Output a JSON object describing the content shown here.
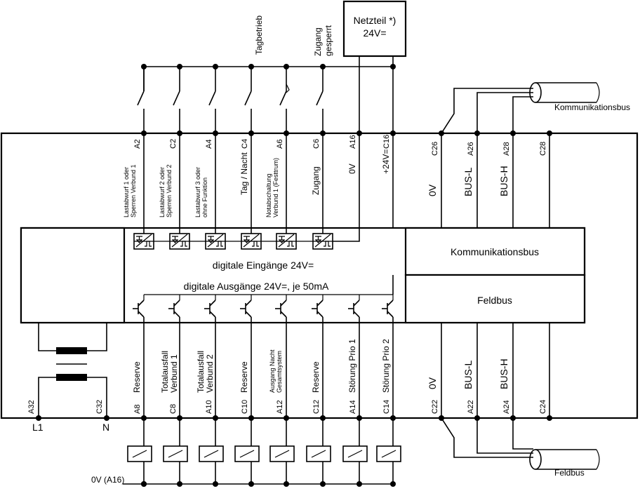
{
  "top": {
    "power_supply": [
      "Netzteil *)",
      "24V="
    ],
    "tag_betrieb": "Tagbetrieb",
    "zugang_gesperrt": [
      "Zugang",
      "gesperrt"
    ],
    "kommunikationsbus": "Kommunikationsbus"
  },
  "inputs": [
    {
      "pin": "A2",
      "lines": [
        "Lastabwurf 1 oder",
        "Sperren Verbund 1"
      ],
      "size": "s"
    },
    {
      "pin": "C2",
      "lines": [
        "Lastabwurf 2 oder",
        "Sperren Verbund 2"
      ],
      "size": "s"
    },
    {
      "pin": "A4",
      "lines": [
        "Lastabwurf 3 oder",
        "ohne Funktion"
      ],
      "size": "xs"
    },
    {
      "pin": "C4",
      "lines": [
        "Tag / Nacht"
      ],
      "size": "m"
    },
    {
      "pin": "A6",
      "lines": [
        "Notabschaltung",
        "Verbund 1 (Festtrum)"
      ],
      "size": "xs"
    },
    {
      "pin": "C6",
      "lines": [
        "Zugang"
      ],
      "size": "m"
    },
    {
      "pin": "A16",
      "lines": [
        "0V"
      ],
      "size": "m"
    },
    {
      "pin": "C16",
      "lines": [
        "+24V="
      ],
      "size": "m"
    }
  ],
  "bus_top": [
    {
      "pin": "C26",
      "label": "0V"
    },
    {
      "pin": "A26",
      "label": "BUS-L"
    },
    {
      "pin": "A28",
      "label": "BUS-H"
    },
    {
      "pin": "C28",
      "label": ""
    }
  ],
  "module": {
    "inputs_title": "digitale Eingänge 24V=",
    "outputs_title": "digitale Ausgänge 24V=, je 50mA",
    "kommunikationsbus": "Kommunikationsbus",
    "feldbus": "Feldbus"
  },
  "outputs": [
    {
      "pin": "A8",
      "lines": [
        "Reserve"
      ],
      "size": "m"
    },
    {
      "pin": "C8",
      "lines": [
        "Totalausfall",
        "Verbund 1"
      ],
      "size": "m"
    },
    {
      "pin": "A10",
      "lines": [
        "Totalausfall",
        "Verbund 2"
      ],
      "size": "m"
    },
    {
      "pin": "C10",
      "lines": [
        "Reserve"
      ],
      "size": "m"
    },
    {
      "pin": "A12",
      "lines": [
        "Ausgang Nacht",
        "Gesamtsystem"
      ],
      "size": "xs"
    },
    {
      "pin": "C12",
      "lines": [
        "Reserve"
      ],
      "size": "m"
    },
    {
      "pin": "A14",
      "lines": [
        "Störung Prio 1"
      ],
      "size": "m"
    },
    {
      "pin": "C14",
      "lines": [
        "Störung Prio 2"
      ],
      "size": "m"
    }
  ],
  "bus_bottom": [
    {
      "pin": "C22",
      "label": "0V"
    },
    {
      "pin": "A22",
      "label": "BUS-L"
    },
    {
      "pin": "A24",
      "label": "BUS-H"
    },
    {
      "pin": "C24",
      "label": ""
    }
  ],
  "power": {
    "a32": "A32",
    "c32": "C32",
    "l1": "L1",
    "n": "N"
  },
  "bottom": {
    "zero_v": "0V (A16)",
    "feldbus": "Feldbus"
  }
}
